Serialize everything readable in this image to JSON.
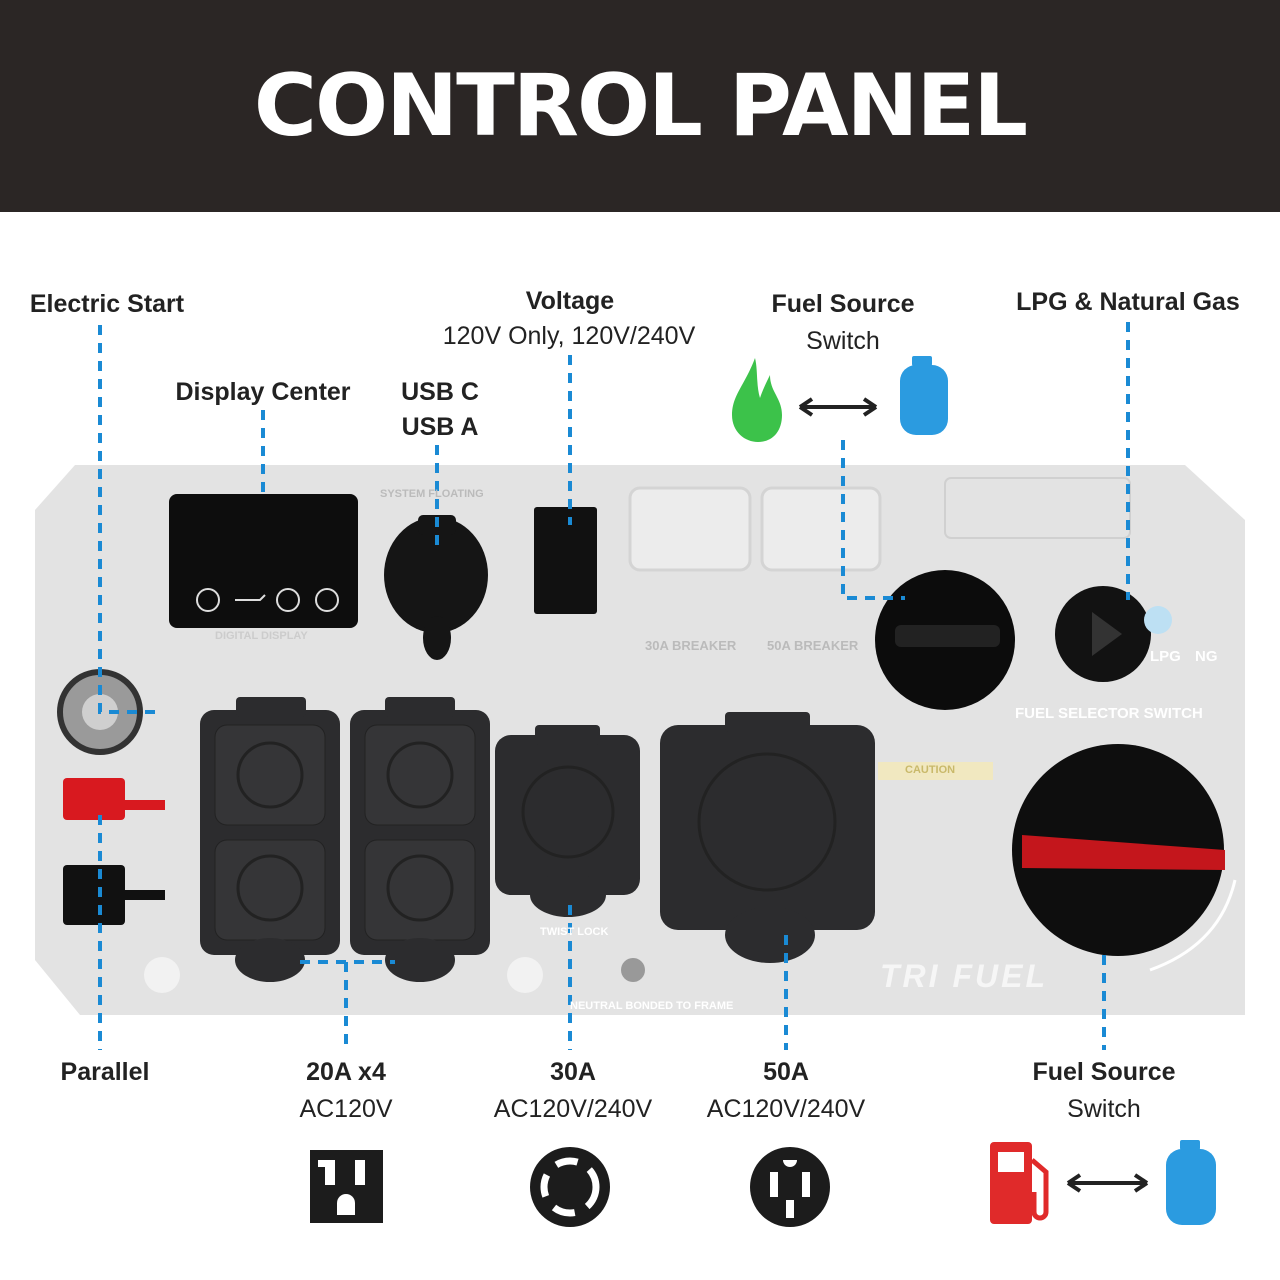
{
  "header": {
    "title": "CONTROL PANEL"
  },
  "callouts": {
    "electric_start": "Electric Start",
    "display_center": "Display Center",
    "usb_c": "USB C",
    "usb_a": "USB A",
    "voltage": {
      "title": "Voltage",
      "subtitle": "120V Only, 120V/240V"
    },
    "fuel_source_top": {
      "title": "Fuel Source",
      "subtitle": "Switch"
    },
    "lpg_ng": "LPG & Natural Gas",
    "parallel": "Parallel",
    "outlet_20a": {
      "title": "20A x4",
      "subtitle": "AC120V"
    },
    "outlet_30a": {
      "title": "30A",
      "subtitle": "AC120V/240V"
    },
    "outlet_50a": {
      "title": "50A",
      "subtitle": "AC120V/240V"
    },
    "fuel_source_bottom": {
      "title": "Fuel Source",
      "subtitle": "Switch"
    }
  },
  "panel_labels": {
    "system_floating": "SYSTEM FLOATING",
    "digital_display": "DIGITAL DISPLAY",
    "breaker_30a": "30A BREAKER",
    "breaker_50a": "50A BREAKER",
    "fuel_selector": "FUEL SELECTOR SWITCH",
    "lpg": "LPG",
    "ng": "NG",
    "caution": "CAUTION",
    "twist_lock": "TWIST LOCK",
    "neutral": "NEUTRAL BONDED TO FRAME",
    "brand": "TRI FUEL"
  },
  "colors": {
    "header_bg": "#2b2625",
    "callout_line": "#1a8ad4",
    "gasoline": "#e02a2a",
    "propane": "#2b9be0",
    "natural_gas": "#3cc24a"
  }
}
